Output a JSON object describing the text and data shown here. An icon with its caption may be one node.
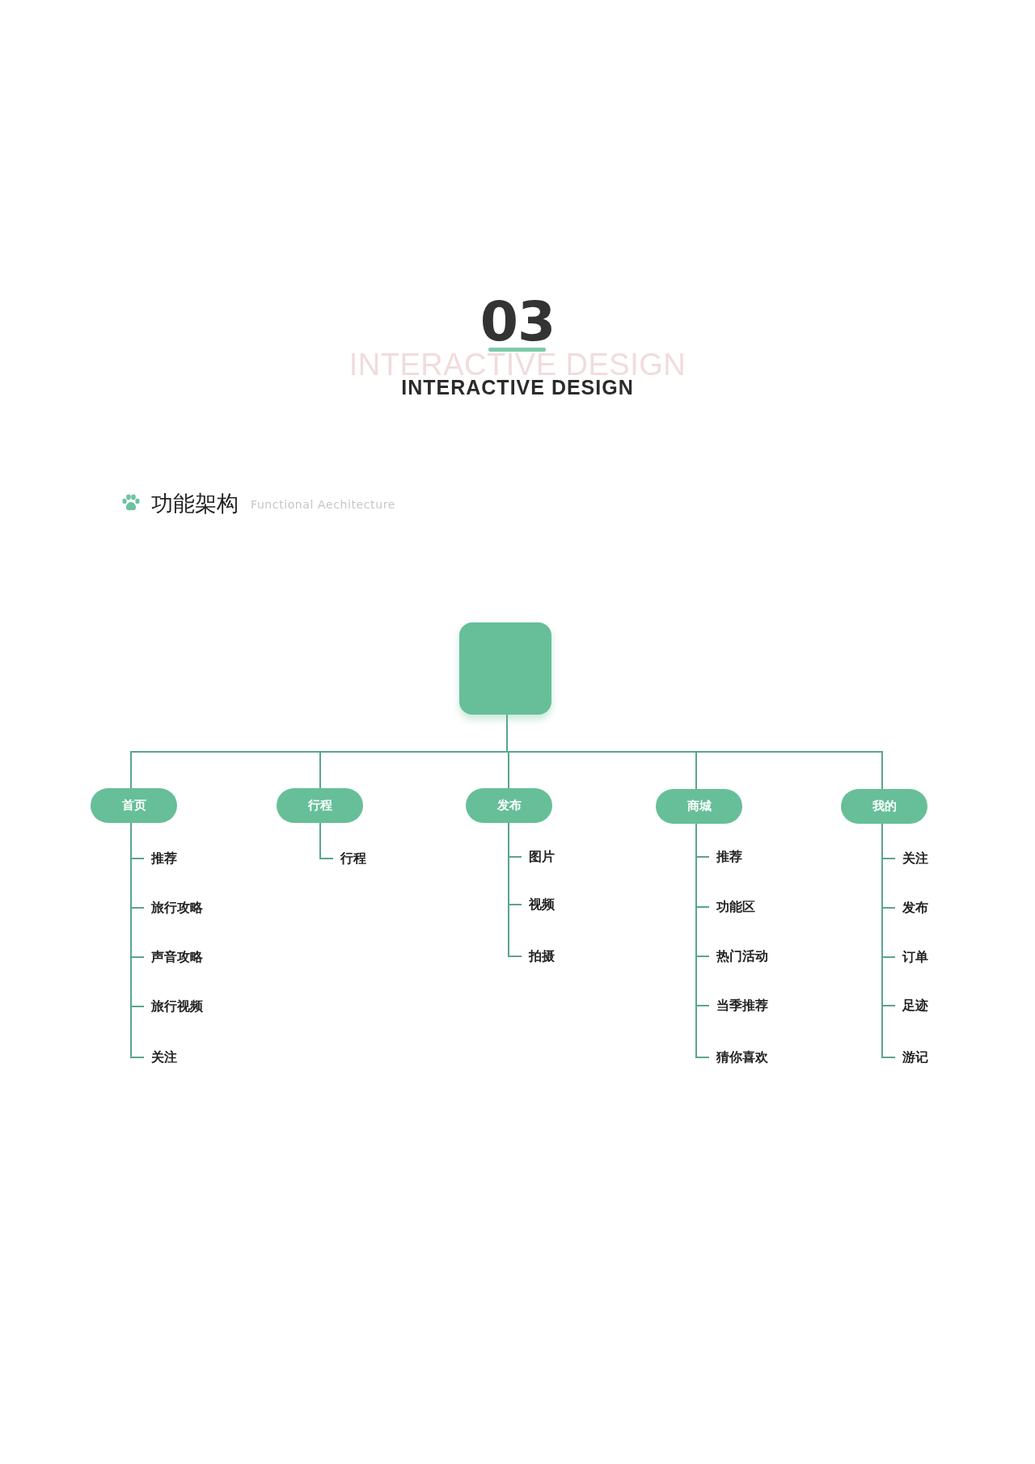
{
  "diagram": {
    "nodes": [
      {
        "text": [],
        "shape": "box"
      },
      {
        "text": [
          "首页"
        ]
      },
      {
        "text": [
          "行程"
        ]
      },
      {
        "text": [
          "发布"
        ]
      },
      {
        "text": [
          "商城"
        ]
      },
      {
        "text": [
          "我的"
        ]
      },
      {
        "text": [
          "推荐"
        ]
      },
      {
        "text": [
          "旅行攻略"
        ]
      },
      {
        "text": [
          "声音攻略"
        ]
      },
      {
        "text": [
          "旅行视频"
        ]
      },
      {
        "text": [
          "关注"
        ]
      },
      {
        "text": [
          "行程"
        ]
      },
      {
        "text": [
          "图片"
        ]
      },
      {
        "text": [
          "视频"
        ]
      },
      {
        "text": [
          "拍摄"
        ]
      },
      {
        "text": [
          "推荐"
        ]
      },
      {
        "text": [
          "功能区"
        ]
      },
      {
        "text": [
          "热门活动"
        ]
      },
      {
        "text": [
          "当季推荐"
        ]
      },
      {
        "text": [
          "猜你喜欢"
        ]
      },
      {
        "text": [
          "关注"
        ]
      },
      {
        "text": [
          "发布"
        ]
      },
      {
        "text": [
          "订单"
        ]
      },
      {
        "text": [
          "足迹"
        ]
      },
      {
        "text": [
          "游记"
        ]
      }
    ],
    "edges": [
      {
        "from": 0,
        "to": 1,
        "arrow": "none"
      },
      {
        "from": 0,
        "to": 2,
        "arrow": "none"
      },
      {
        "from": 0,
        "to": 3,
        "arrow": "none"
      },
      {
        "from": 0,
        "to": 4,
        "arrow": "none"
      },
      {
        "from": 0,
        "to": 5,
        "arrow": "none"
      },
      {
        "from": 1,
        "to": 6,
        "arrow": "none"
      },
      {
        "from": 1,
        "to": 7,
        "arrow": "none"
      },
      {
        "from": 1,
        "to": 8,
        "arrow": "none"
      },
      {
        "from": 1,
        "to": 9,
        "arrow": "none"
      },
      {
        "from": 1,
        "to": 10,
        "arrow": "none"
      },
      {
        "from": 2,
        "to": 11,
        "arrow": "none"
      },
      {
        "from": 3,
        "to": 12,
        "arrow": "none"
      },
      {
        "from": 3,
        "to": 13,
        "arrow": "none"
      },
      {
        "from": 3,
        "to": 14,
        "arrow": "none"
      },
      {
        "from": 4,
        "to": 15,
        "arrow": "none"
      },
      {
        "from": 4,
        "to": 16,
        "arrow": "none"
      },
      {
        "from": 4,
        "to": 17,
        "arrow": "none"
      },
      {
        "from": 4,
        "to": 18,
        "arrow": "none"
      },
      {
        "from": 4,
        "to": 19,
        "arrow": "none"
      },
      {
        "from": 5,
        "to": 20,
        "arrow": "none"
      },
      {
        "from": 5,
        "to": 21,
        "arrow": "none"
      },
      {
        "from": 5,
        "to": 22,
        "arrow": "none"
      },
      {
        "from": 5,
        "to": 23,
        "arrow": "none"
      },
      {
        "from": 5,
        "to": 24,
        "arrow": "none"
      }
    ],
    "labels": [
      "03",
      "INTERACTIVE DESIGN",
      "INTERACTIVE DESIGN",
      "功能架构",
      "Functional Aechitecture"
    ]
  }
}
